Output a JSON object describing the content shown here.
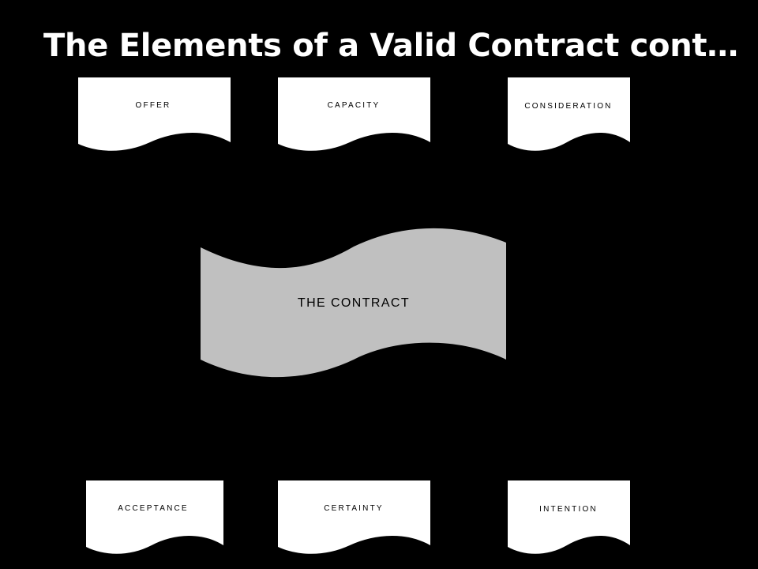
{
  "title": "The Elements of a Valid Contract cont…",
  "center": {
    "label": "THE CONTRACT"
  },
  "elements": [
    {
      "label": "OFFER"
    },
    {
      "label": "CAPACITY"
    },
    {
      "label": "CONSIDERATION"
    },
    {
      "label": "ACCEPTANCE"
    },
    {
      "label": "CERTAINTY"
    },
    {
      "label": "INTENTION"
    }
  ],
  "colors": {
    "background": "#000000",
    "title": "#ffffff",
    "document_fill": "#ffffff",
    "contract_fill": "#c0c0c0",
    "text": "#000000"
  }
}
